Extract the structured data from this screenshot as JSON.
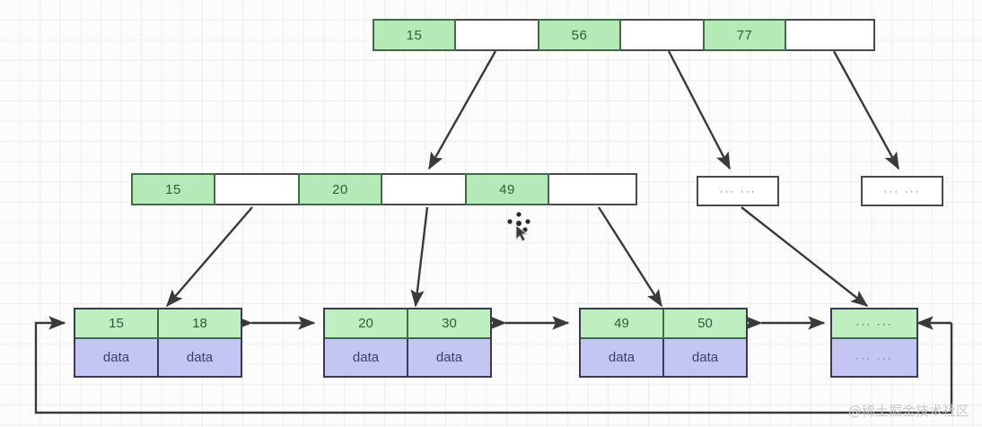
{
  "diagram": {
    "title": "B+ tree structure diagram",
    "colors": {
      "key_fill": "#b6e9b8",
      "leaf_key_fill": "#bfeec1",
      "leaf_data_fill": "#c3c5f2",
      "node_border": "#4a4a4a",
      "key_border": "#3f6b45",
      "grid_line": "#ededed",
      "background": "#fcfcfc",
      "watermark": "#c9c9c9"
    },
    "root": {
      "name": "root-node",
      "cells": [
        {
          "label": "15",
          "type": "key"
        },
        {
          "label": "",
          "type": "pointer"
        },
        {
          "label": "56",
          "type": "key"
        },
        {
          "label": "",
          "type": "pointer"
        },
        {
          "label": "77",
          "type": "key"
        },
        {
          "label": "",
          "type": "pointer"
        }
      ]
    },
    "internal": [
      {
        "name": "internal-node-1",
        "cells": [
          {
            "label": "15",
            "type": "key"
          },
          {
            "label": "",
            "type": "pointer"
          },
          {
            "label": "20",
            "type": "key"
          },
          {
            "label": "",
            "type": "pointer"
          },
          {
            "label": "49",
            "type": "key"
          },
          {
            "label": "",
            "type": "pointer"
          }
        ]
      },
      {
        "name": "internal-node-2",
        "ellipsis": "···  ···"
      },
      {
        "name": "internal-node-3",
        "ellipsis": "···  ···"
      }
    ],
    "leaves": [
      {
        "name": "leaf-node-1",
        "keys": [
          "15",
          "18"
        ],
        "datas": [
          "data",
          "data"
        ]
      },
      {
        "name": "leaf-node-2",
        "keys": [
          "20",
          "30"
        ],
        "datas": [
          "data",
          "data"
        ]
      },
      {
        "name": "leaf-node-3",
        "keys": [
          "49",
          "50"
        ],
        "datas": [
          "data",
          "data"
        ]
      },
      {
        "name": "leaf-node-4",
        "keys": [
          "···  ···"
        ],
        "datas": [
          "···  ···"
        ]
      }
    ],
    "watermark": "@稀土掘金技术社区",
    "cursor": "move-cursor"
  }
}
